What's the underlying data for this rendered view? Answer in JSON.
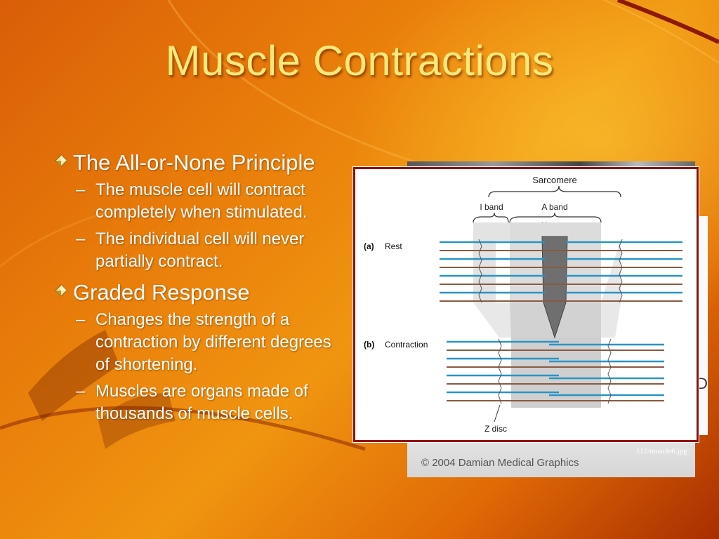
{
  "slide": {
    "title": "Muscle Contractions",
    "bullets": [
      {
        "text": "The All-or-None Principle",
        "subs": [
          "The muscle cell will contract completely when stimulated.",
          "The individual cell will never partially contract."
        ]
      },
      {
        "text": "Graded Response",
        "subs": [
          "Changes the strength of a contraction by different degrees of shortening.",
          "Muscles are organs made of thousands of muscle cells."
        ]
      }
    ],
    "dash": "–"
  },
  "diagram": {
    "sarcomere": "Sarcomere",
    "i_band": "I band",
    "a_band": "A band",
    "h_zone": "H zone",
    "panel_a": "(a)",
    "rest": "Rest",
    "panel_b": "(b)",
    "contraction": "Contraction",
    "z_disc": "Z disc"
  },
  "photo": {
    "copyright": "© 2004 Damian Medical Graphics",
    "source": "112/muscle6.jpg",
    "edge_letter": "D"
  },
  "colors": {
    "title": "#ffe97a",
    "frame": "#8e1212",
    "actin": "#2a94c4",
    "myosin": "#8a5a40"
  }
}
